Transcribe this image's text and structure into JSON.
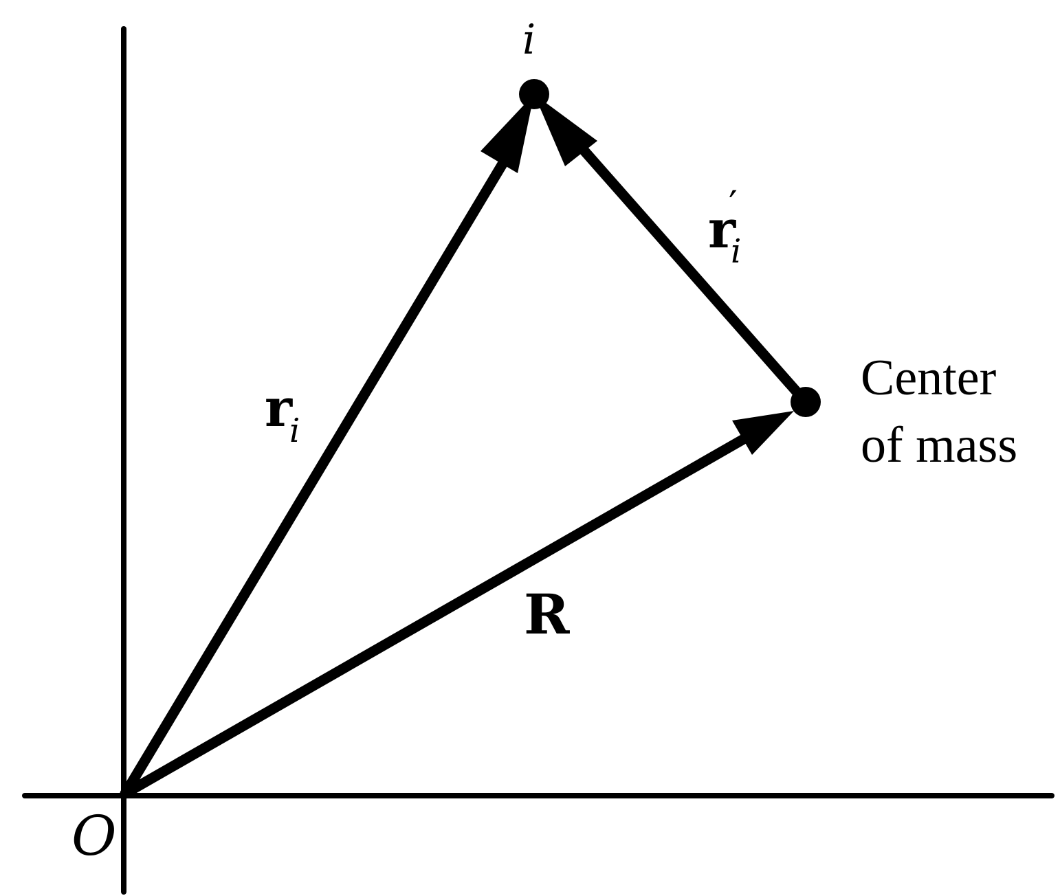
{
  "labels": {
    "origin": "O",
    "particle": "i",
    "r_i": "r",
    "r_i_sub": "i",
    "r_i_prime": "r",
    "r_i_prime_sub": "i",
    "r_i_prime_mark": "′",
    "R": "R",
    "center_line1": "Center",
    "center_line2": "of mass"
  }
}
